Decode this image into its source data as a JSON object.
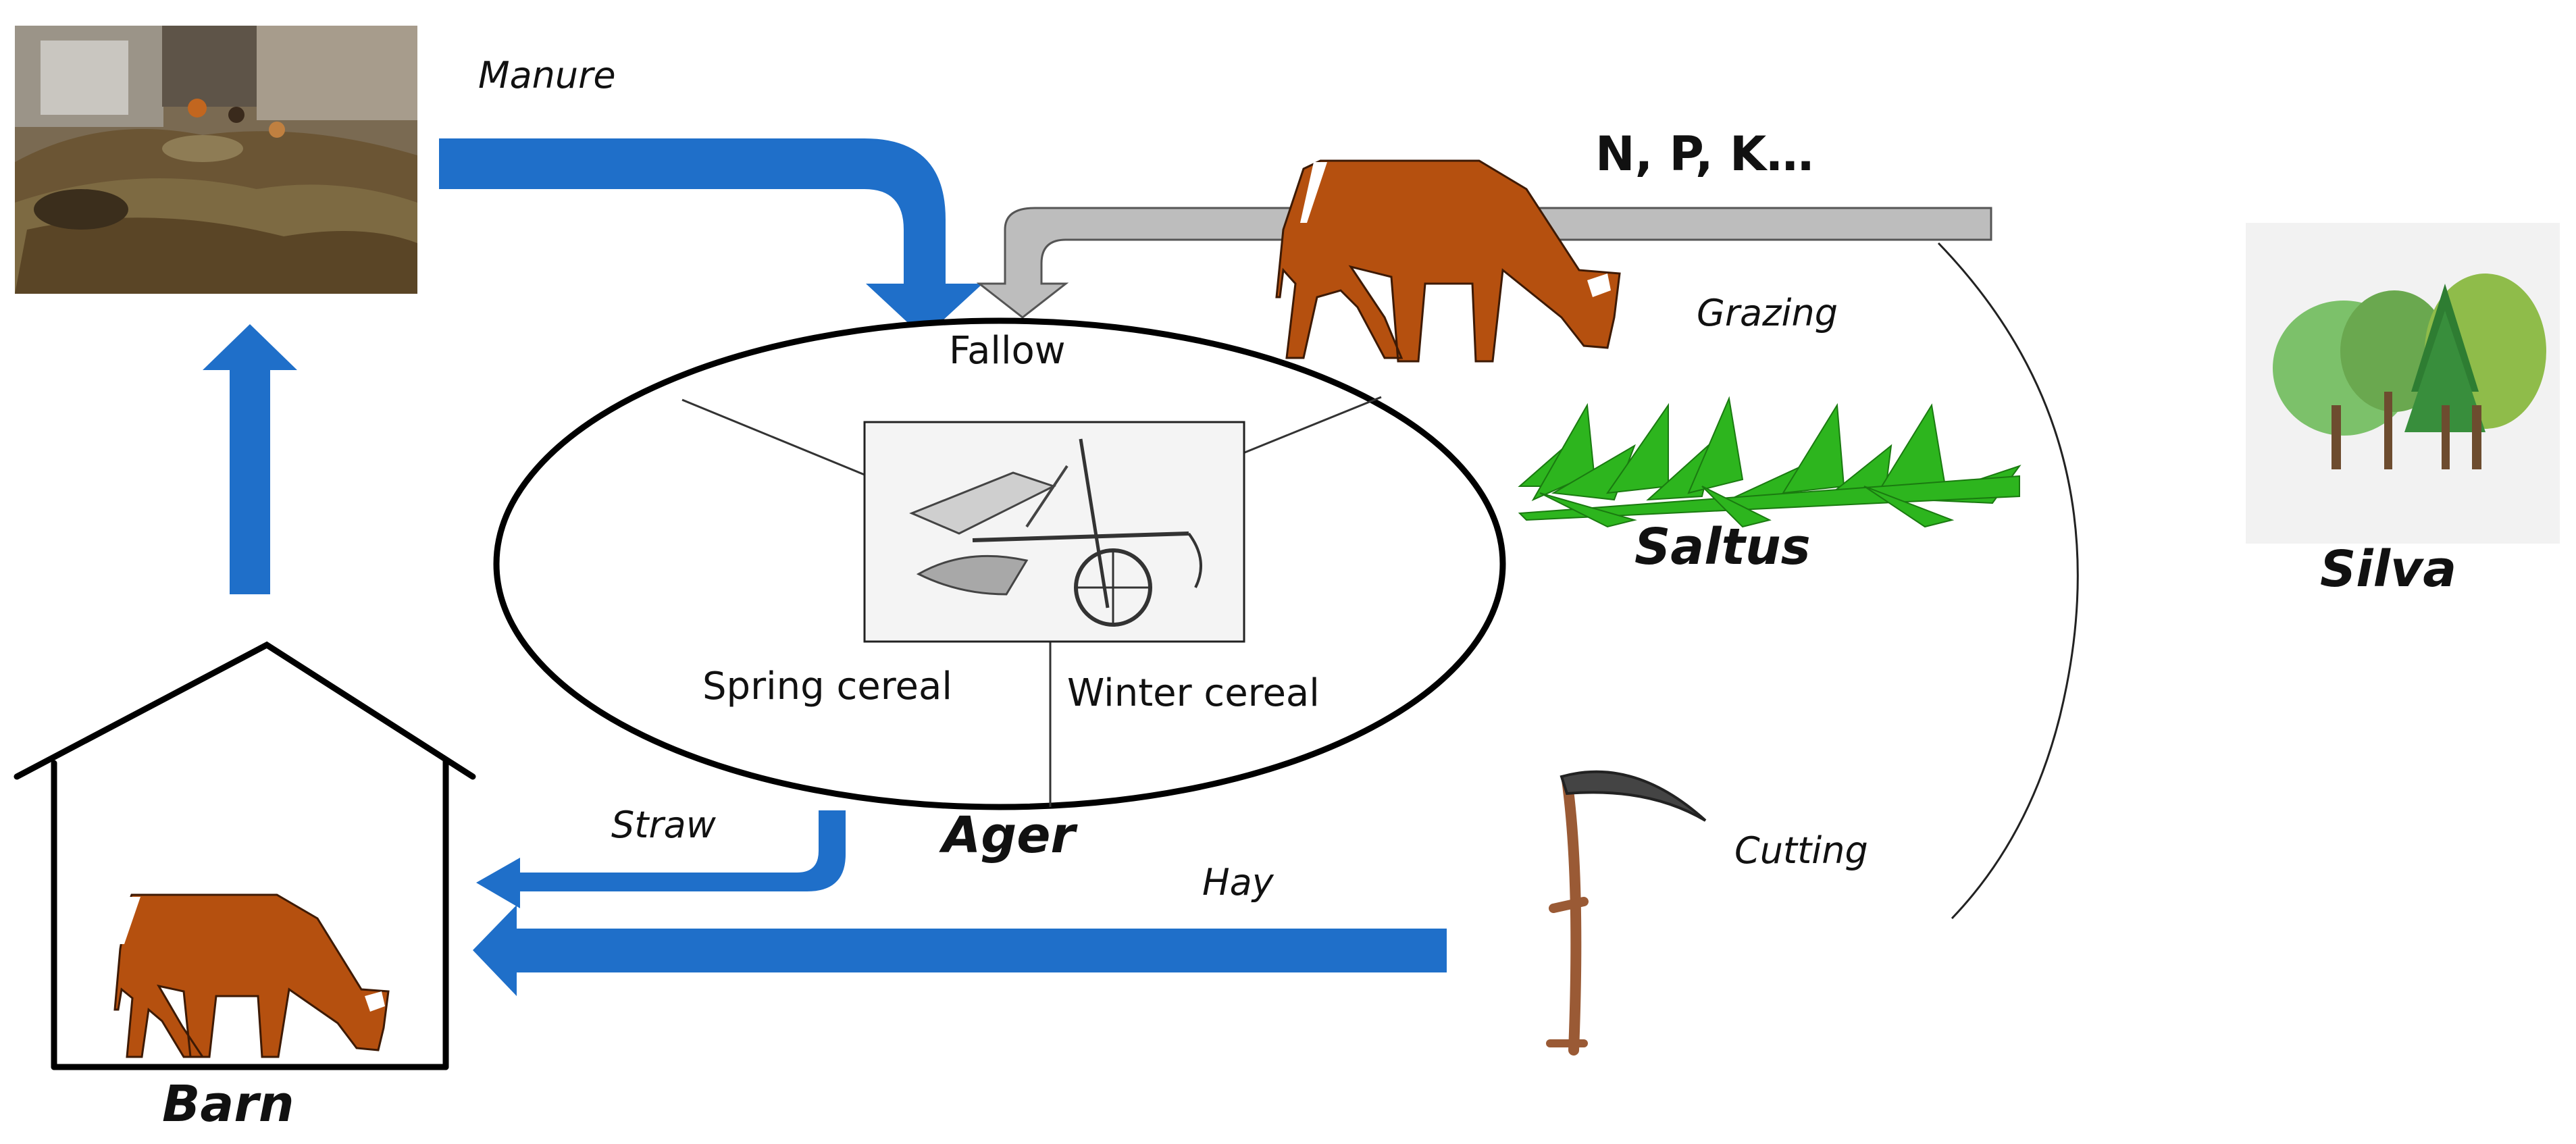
{
  "colors": {
    "flow_arrow": "#1f6fc9",
    "nutrient_arrow": "#bdbdbd",
    "cow": "#b5500f",
    "grass": "#2db51e",
    "trees": "#5a9c3a",
    "scythe": "#9a5a35"
  },
  "icons": [
    "manure-heap-photo",
    "cow-icon",
    "barn-icon",
    "plough-illustration",
    "grass-icon",
    "tree-icon",
    "scythe-icon"
  ],
  "labels": {
    "manure": "Manure",
    "fallow": "Fallow",
    "npk": "N, P, K…",
    "grazing": "Grazing",
    "saltus": "Saltus",
    "silva": "Silva",
    "spring_cereal": "Spring cereal",
    "winter_cereal": "Winter cereal",
    "ager": "Ager",
    "straw": "Straw",
    "hay": "Hay",
    "cutting": "Cutting",
    "barn": "Barn"
  }
}
